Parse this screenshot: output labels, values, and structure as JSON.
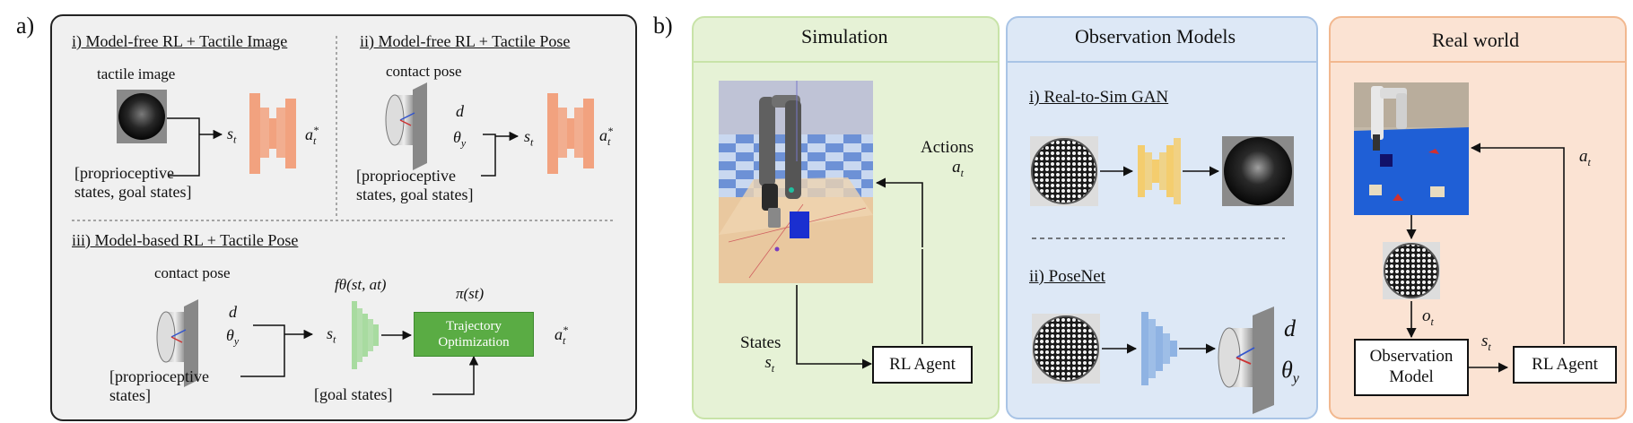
{
  "panel_a": {
    "label": "a)",
    "sec1": {
      "title": "i) Model-free RL + Tactile Image",
      "caption": "tactile image",
      "state": "s",
      "state_sub": "t",
      "action": "a",
      "action_sup": "*",
      "action_sub": "t",
      "inputs_line1": "[proprioceptive",
      "inputs_line2": "states, goal states]"
    },
    "sec2": {
      "title": "ii) Model-free RL + Tactile Pose",
      "caption": "contact pose",
      "pose_d": "d",
      "pose_theta": "θ",
      "pose_theta_sub": "y",
      "state": "s",
      "state_sub": "t",
      "action": "a",
      "action_sup": "*",
      "action_sub": "t",
      "inputs_line1": "[proprioceptive",
      "inputs_line2": "states, goal states]"
    },
    "sec3": {
      "title": "iii) Model-based RL + Tactile Pose",
      "caption": "contact pose",
      "pose_d": "d",
      "pose_theta": "θ",
      "pose_theta_sub": "y",
      "state": "s",
      "state_sub": "t",
      "model_label": "fθ(st, at)",
      "policy_label": "π(st)",
      "optimizer_line1": "Trajectory",
      "optimizer_line2": "Optimization",
      "action": "a",
      "action_sup": "*",
      "action_sub": "t",
      "inputs_line1": "[proprioceptive",
      "inputs_line2": "states]",
      "goal": "[goal states]"
    }
  },
  "panel_b": {
    "label": "b)",
    "simulation": {
      "title": "Simulation",
      "actions_line1": "Actions",
      "actions_line2": "a",
      "actions_sub": "t",
      "states_line1": "States",
      "states_line2": "s",
      "states_sub": "t",
      "agent": "RL Agent"
    },
    "observation_models": {
      "title": "Observation Models",
      "gan_title": "i) Real-to-Sim GAN",
      "posenet_title": "ii) PoseNet",
      "pose_d": "d",
      "pose_theta": "θ",
      "pose_theta_sub": "y"
    },
    "real_world": {
      "title": "Real world",
      "action": "a",
      "action_sub": "t",
      "obs": "o",
      "obs_sub": "t",
      "state": "s",
      "state_sub": "t",
      "observation_model_line1": "Observation",
      "observation_model_line2": "Model",
      "agent": "RL Agent"
    }
  },
  "colors": {
    "panel_a_bg": "#f0f0f0",
    "simulation_bg": "#e6f2d6",
    "simulation_border": "#c8e3a8",
    "observation_bg": "#dde8f6",
    "observation_border": "#a9c4e6",
    "real_bg": "#fbe3d3",
    "real_border": "#f2b88f",
    "policy_net": "#f2a27f",
    "dynamics_net": "#a8dba0",
    "gan_net": "#f4cd6e",
    "posenet_net": "#8fb3e3",
    "optimizer": "#5aac44"
  }
}
